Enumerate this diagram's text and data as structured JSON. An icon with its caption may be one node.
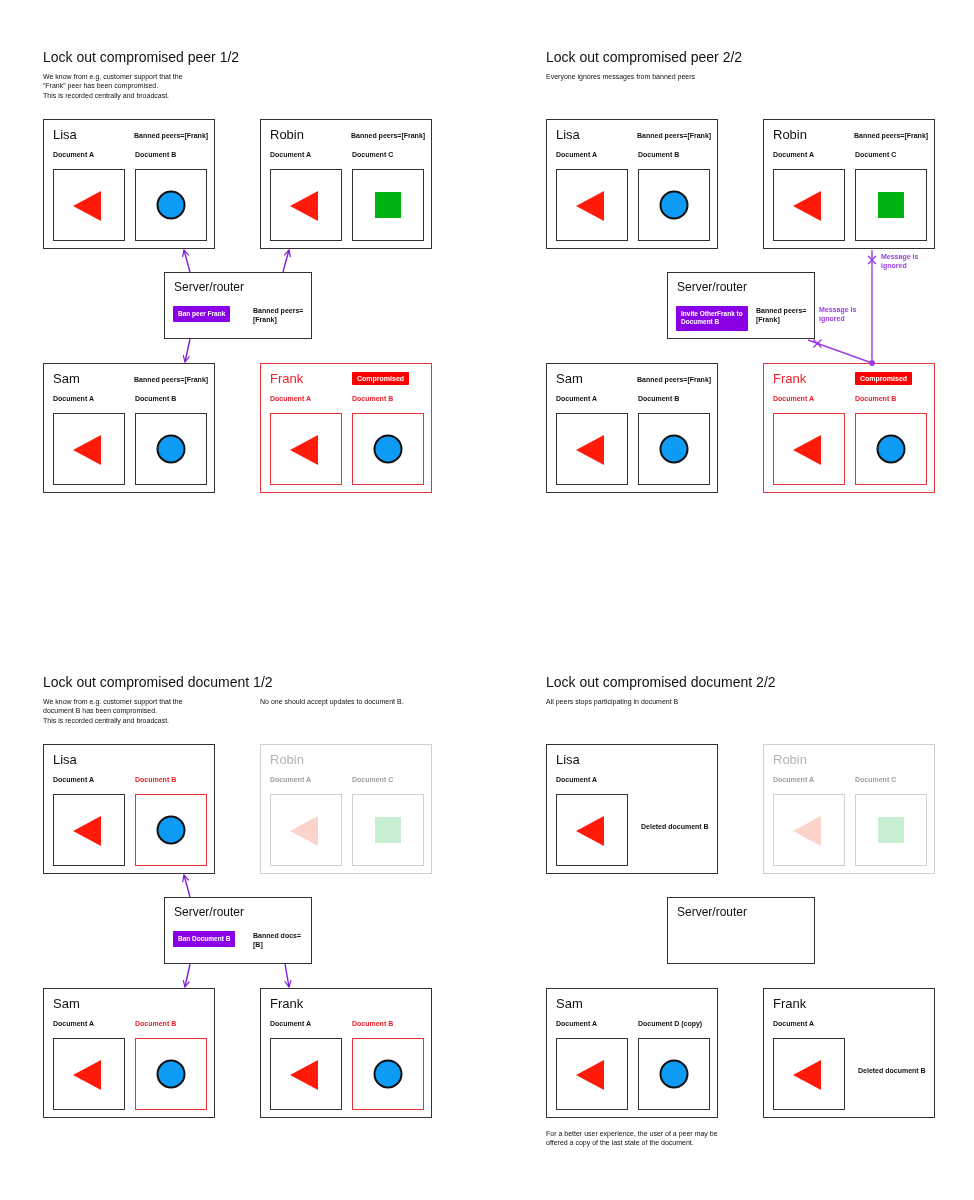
{
  "diagram": {
    "nodes": [
      {
        "text": [
          "Lisa",
          "Banned peers=[Frank]"
        ]
      },
      {
        "text": [
          "Document A"
        ],
        "in": 0
      },
      {
        "text": [
          "Document B"
        ],
        "in": 0
      },
      {
        "text": [
          "Robin",
          "Banned peers=[Frank]"
        ]
      },
      {
        "text": [
          "Document A"
        ],
        "in": 3
      },
      {
        "text": [
          "Document C"
        ],
        "in": 3
      },
      {
        "text": [
          "Server/router",
          "Banned peers= [Frank]"
        ]
      },
      {
        "text": [
          "Ban peer Frank"
        ],
        "in": 6
      },
      {
        "text": [
          "Sam",
          "Banned peers=[Frank]"
        ]
      },
      {
        "text": [
          "Document A"
        ],
        "in": 8
      },
      {
        "text": [
          "Document B"
        ],
        "in": 8
      },
      {
        "text": [
          "Frank"
        ]
      },
      {
        "text": [
          "Compromised"
        ],
        "in": 11
      },
      {
        "text": [
          "Document A"
        ],
        "in": 11
      },
      {
        "text": [
          "Document B"
        ],
        "in": 11
      },
      {
        "text": [
          "Lisa",
          "Banned peers=[Frank]"
        ]
      },
      {
        "text": [
          "Document A"
        ],
        "in": 15
      },
      {
        "text": [
          "Document B"
        ],
        "in": 15
      },
      {
        "text": [
          "Robin",
          "Banned peers=[Frank]"
        ]
      },
      {
        "text": [
          "Document A"
        ],
        "in": 18
      },
      {
        "text": [
          "Document C"
        ],
        "in": 18
      },
      {
        "text": [
          "Server/router",
          "Banned peers= [Frank]"
        ]
      },
      {
        "text": [
          "Invite OtherFrank to Document B"
        ],
        "in": 21
      },
      {
        "text": [
          "Sam",
          "Banned peers=[Frank]"
        ]
      },
      {
        "text": [
          "Document A"
        ],
        "in": 23
      },
      {
        "text": [
          "Document B"
        ],
        "in": 23
      },
      {
        "text": [
          "Frank"
        ]
      },
      {
        "text": [
          "Compromised"
        ],
        "in": 26
      },
      {
        "text": [
          "Document A"
        ],
        "in": 26
      },
      {
        "text": [
          "Document B"
        ],
        "in": 26
      },
      {
        "text": [
          "Lisa"
        ]
      },
      {
        "text": [
          "Document A"
        ],
        "in": 30
      },
      {
        "text": [
          "Document B"
        ],
        "in": 30
      },
      {
        "text": [
          "Robin"
        ]
      },
      {
        "text": [
          "Document A"
        ],
        "in": 33
      },
      {
        "text": [
          "Document C"
        ],
        "in": 33
      },
      {
        "text": [
          "Server/router",
          "Banned docs= [B]"
        ]
      },
      {
        "text": [
          "Ban Document B"
        ],
        "in": 36
      },
      {
        "text": [
          "Sam"
        ]
      },
      {
        "text": [
          "Document A"
        ],
        "in": 38
      },
      {
        "text": [
          "Document B"
        ],
        "in": 38
      },
      {
        "text": [
          "Frank"
        ]
      },
      {
        "text": [
          "Document A"
        ],
        "in": 41
      },
      {
        "text": [
          "Document B"
        ],
        "in": 41
      },
      {
        "text": [
          "Lisa",
          "Deleted document B"
        ]
      },
      {
        "text": [
          "Document A"
        ],
        "in": 44
      },
      {
        "text": [
          "Robin"
        ]
      },
      {
        "text": [
          "Document A"
        ],
        "in": 46
      },
      {
        "text": [
          "Document C"
        ],
        "in": 46
      },
      {
        "text": [
          "Server/router"
        ]
      },
      {
        "text": [
          "Sam"
        ]
      },
      {
        "text": [
          "Document A"
        ],
        "in": 50
      },
      {
        "text": [
          "Document D (copy)"
        ],
        "in": 50
      },
      {
        "text": [
          "Frank",
          "Deleted document B"
        ]
      },
      {
        "text": [
          "Document A"
        ],
        "in": 53
      }
    ],
    "edges": [
      {
        "from": 6,
        "to": 0,
        "arrow": "to"
      },
      {
        "from": 6,
        "to": 3,
        "arrow": "to"
      },
      {
        "from": 6,
        "to": 8,
        "arrow": "to"
      },
      {
        "from": 26,
        "to": 18,
        "arrow": "other",
        "label": "Message is ignored"
      },
      {
        "from": 26,
        "to": 21,
        "arrow": "other",
        "label": "Message is ignored"
      },
      {
        "from": 36,
        "to": 30,
        "arrow": "to"
      },
      {
        "from": 36,
        "to": 38,
        "arrow": "to"
      },
      {
        "from": 36,
        "to": 41,
        "arrow": "to"
      }
    ],
    "labels": [
      "Lock out compromised peer 1/2",
      "We know from e.g. customer support that the “Frank” peer has been compromised.",
      "This is recorded centrally and broadcast.",
      "Lock out compromised peer 2/2",
      "Everyone ignores messages from banned peers",
      "Lock out compromised document 1/2",
      "We know from e.g. customer support that the document B has been compromised.",
      "This is recorded centrally and broadcast.",
      "No one should accept updates to document B.",
      "Lock out compromised document 2/2",
      "All peers stops participating in document B",
      "For a better user experience, the user of a peer may be offered a copy of the last state of the document."
    ]
  }
}
